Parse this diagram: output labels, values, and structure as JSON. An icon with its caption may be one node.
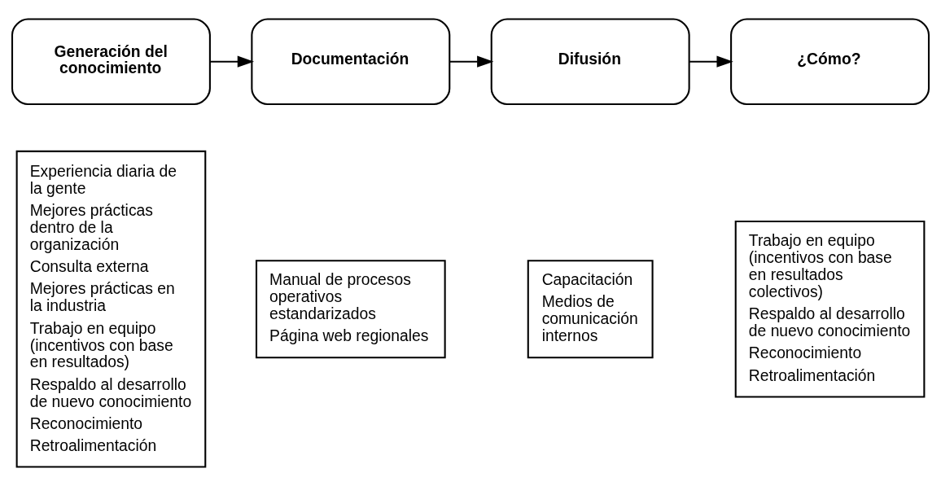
{
  "diagram": {
    "nodes": [
      {
        "text": [
          "Generación del conocimiento"
        ]
      },
      {
        "text": [
          "Documentación"
        ]
      },
      {
        "text": [
          "Difusión"
        ]
      },
      {
        "text": [
          "¿Cómo?"
        ]
      },
      {
        "text": [
          "Experiencia diaria de la gente",
          "Mejores prácticas dentro de la organización",
          "Consulta externa",
          "Mejores prácticas en la industria",
          "Trabajo en equipo (incentivos con base en resultados)",
          "Respaldo al desarrollo de nuevo conocimiento",
          "Reconocimiento",
          "Retroalimentación"
        ]
      },
      {
        "text": [
          "Manual de procesos operativos estandarizados",
          "Página web regionales"
        ]
      },
      {
        "text": [
          "Capacitación",
          "Medios de comunicación internos"
        ]
      },
      {
        "text": [
          "Trabajo en equipo (incentivos con base en resultados colectivos)",
          "Respaldo al desarrollo de nuevo conocimiento",
          "Reconocimiento",
          "Retroalimentación"
        ]
      }
    ],
    "edges": [
      {
        "from": 0,
        "to": 1,
        "arrow": "to"
      },
      {
        "from": 1,
        "to": 2,
        "arrow": "to"
      },
      {
        "from": 2,
        "to": 3,
        "arrow": "to"
      }
    ]
  }
}
